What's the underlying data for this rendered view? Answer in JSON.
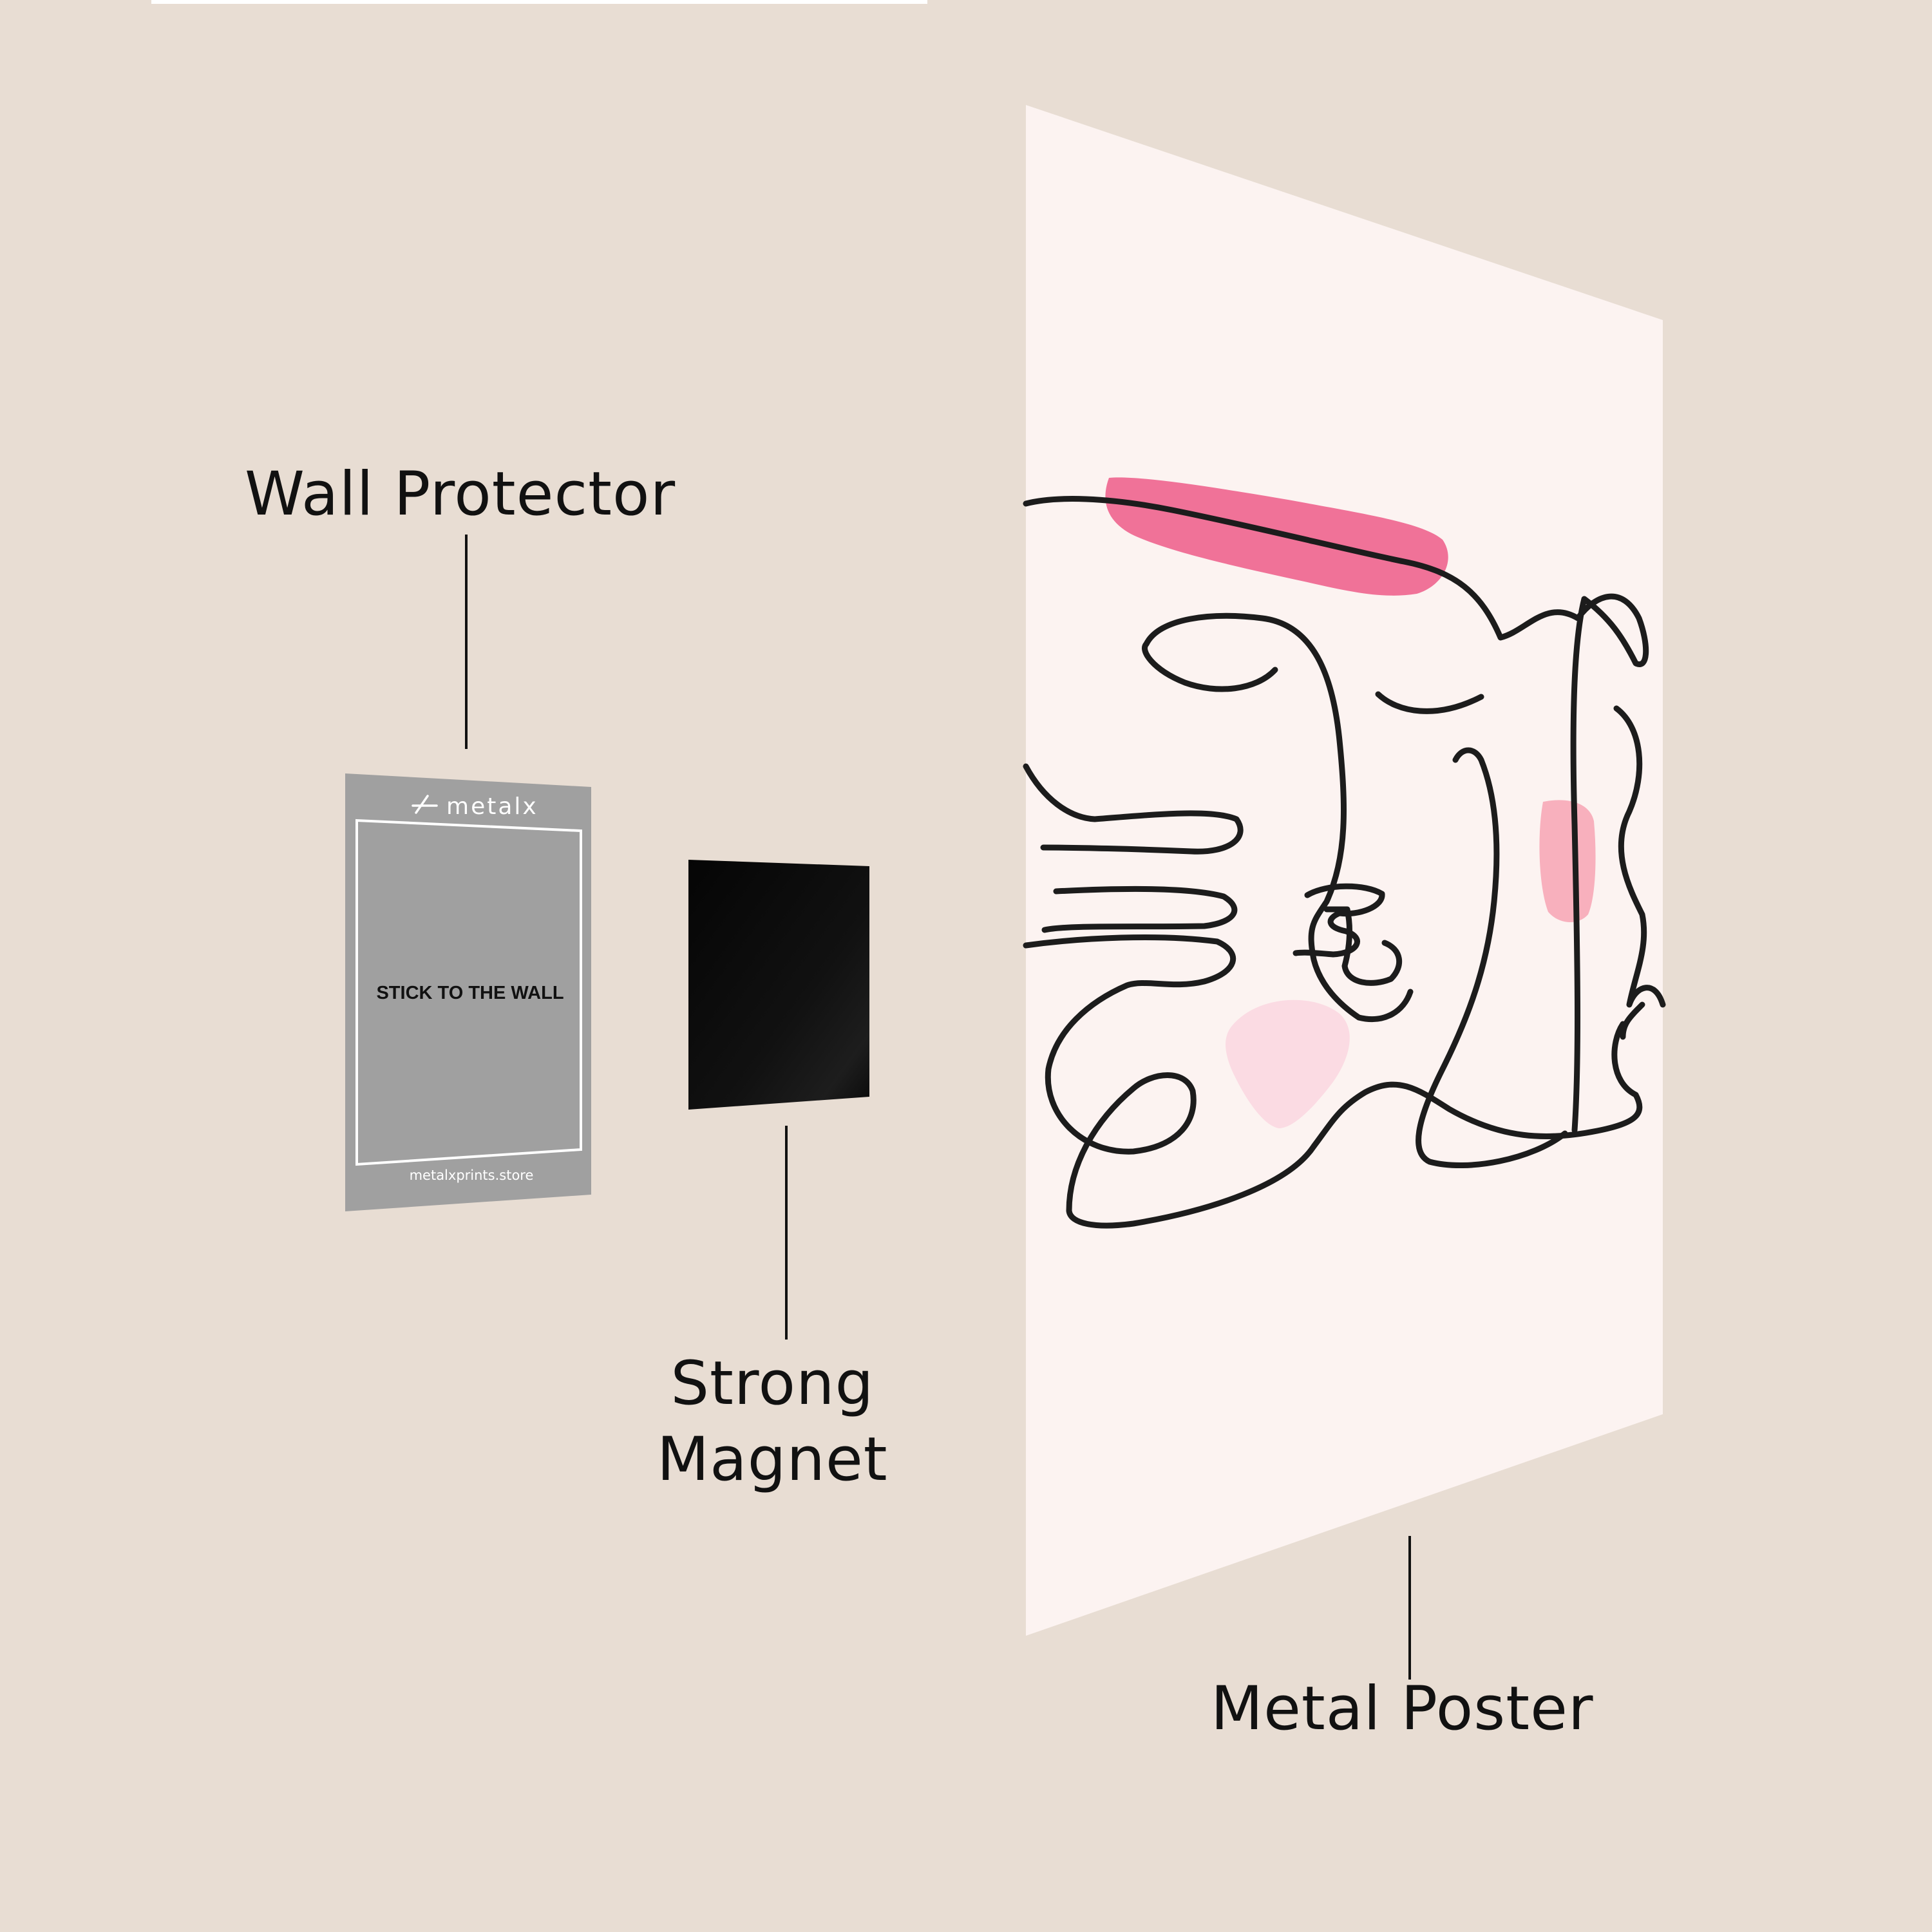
{
  "labels": {
    "wall_protector": "Wall Protector",
    "strong_magnet_line1": "Strong",
    "strong_magnet_line2": "Magnet",
    "metal_poster": "Metal Poster"
  },
  "protector": {
    "brand": "metalx",
    "instruction": "STICK TO THE WALL",
    "website": "metalxprints.store"
  },
  "colors": {
    "background": "#e8ddd3",
    "protector_plate": "#a0a0a0",
    "magnet": "#050505",
    "poster": "#fcf3f1",
    "accent_pink": "#f07298",
    "blush_pink": "#f8b0bd",
    "light_pink": "#fbdbe3",
    "line_art": "#1c1c1c"
  }
}
